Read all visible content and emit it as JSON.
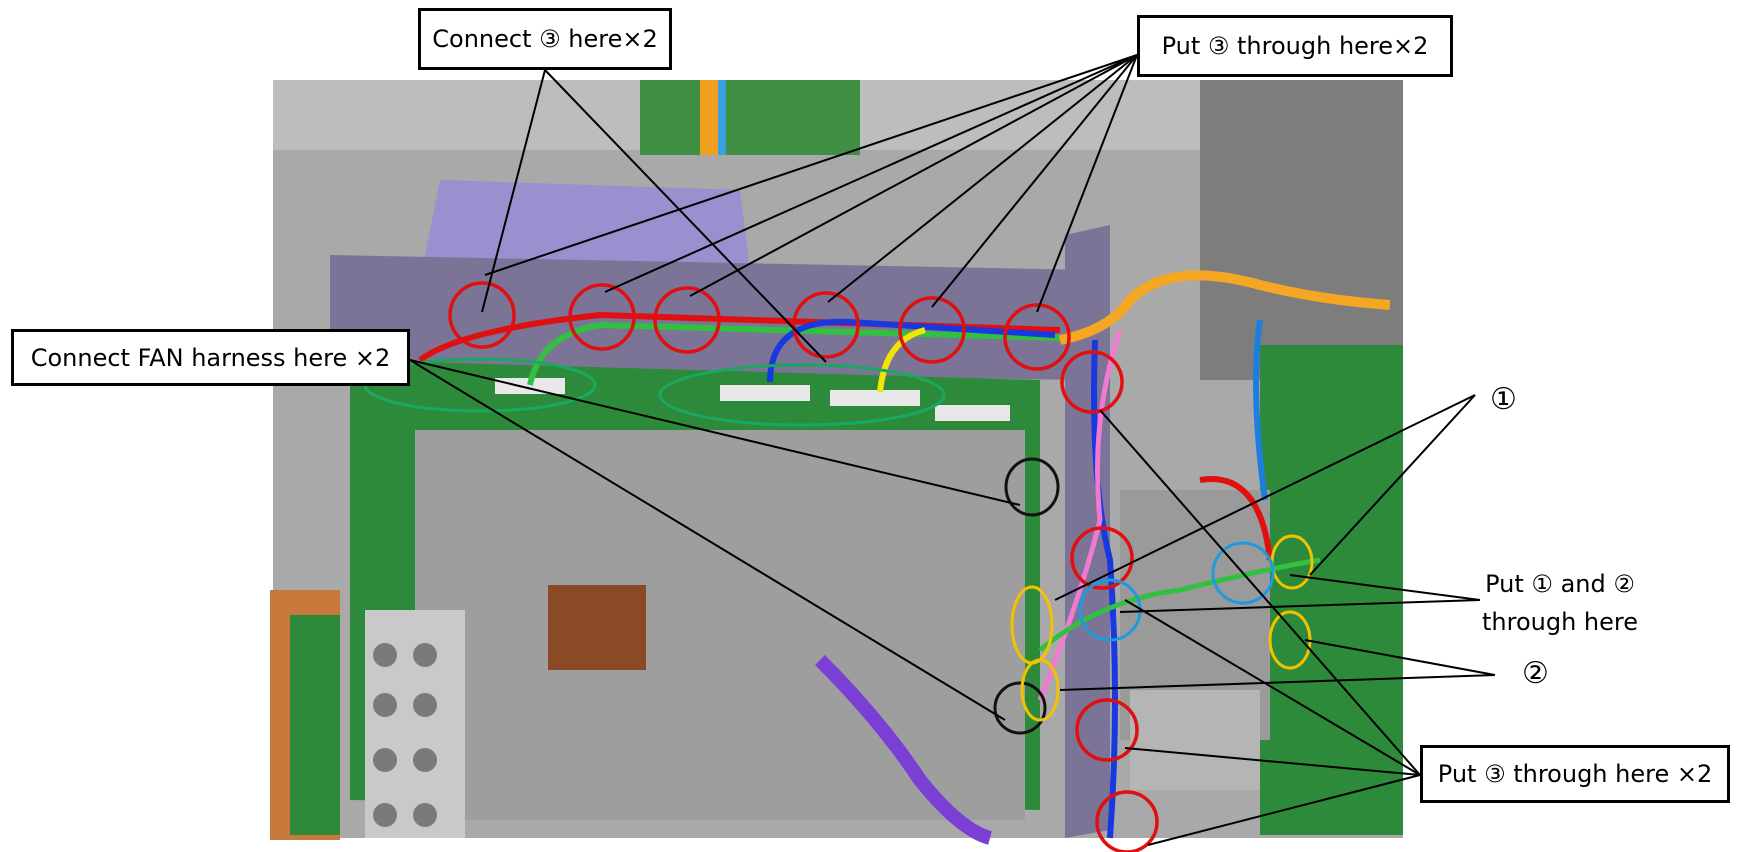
{
  "callouts": {
    "connect_here": "Connect ③ here×2",
    "put_through_top": "Put ③ through here×2",
    "connect_fan": "Connect FAN harness here ×2",
    "put_through_bottom": "Put ③ through here ×2"
  },
  "markers": {
    "one": "①",
    "two": "②"
  },
  "put_both": {
    "line1": "Put ① and ②",
    "line2": "through here"
  },
  "colors": {
    "frame_gray": "#8c8c8c",
    "pcb_green": "#2d8a3a",
    "highlight_red": "#e01010",
    "highlight_green": "#1aa860",
    "highlight_yellow": "#f2c200",
    "highlight_blue": "#1c9be0",
    "harness_orange": "#f5a623",
    "harness_purple": "#7b3fd6"
  }
}
